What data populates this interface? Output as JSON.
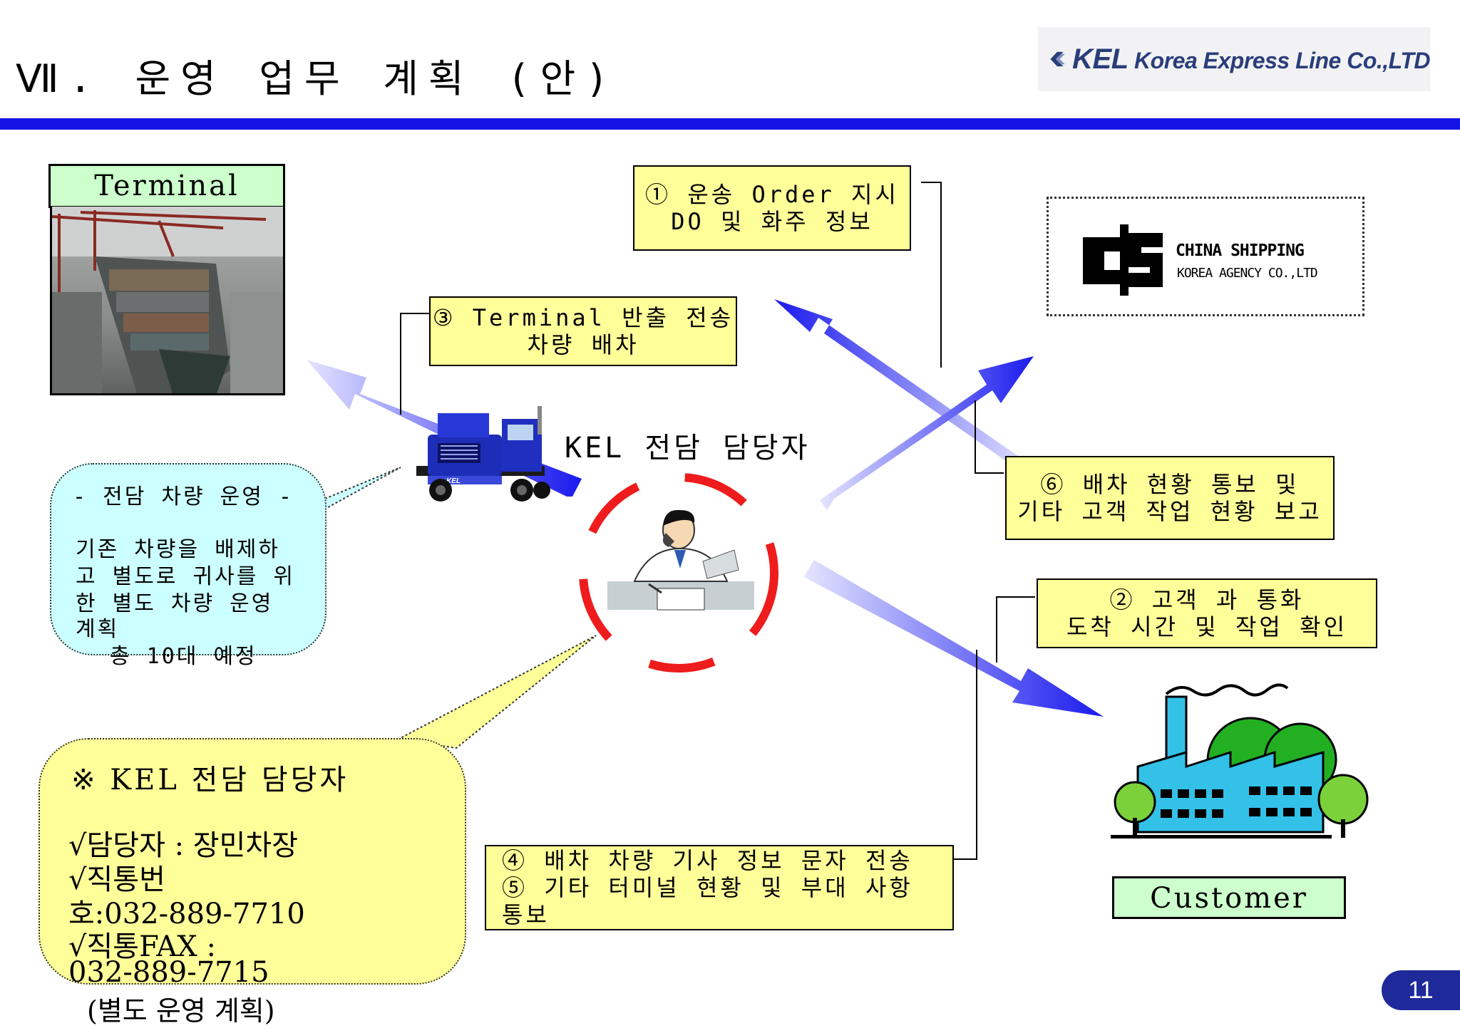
{
  "title": "Ⅶ. 운영 업무 계획 (안)",
  "logo": {
    "kel_brand": "KEL",
    "kel_company": "Korea Express Line Co.,LTD",
    "cs_line1": "CHINA SHIPPING",
    "cs_line2": "KOREA AGENCY CO.,LTD"
  },
  "nodes": {
    "terminal": "Terminal",
    "customer": "Customer",
    "center": "KEL 전담 담당자"
  },
  "notes": {
    "n1_line1": "① 운송 Order 지시",
    "n1_line2": "DO 및 화주 정보",
    "n3_line1": "③ Terminal 반출 전송",
    "n3_line2": "차량 배차",
    "n6_line1": "⑥ 배차 현황 통보 및",
    "n6_line2": "기타 고객 작업 현황 보고",
    "n2_line1": "② 고객 과 통화",
    "n2_line2": "도착 시간 및 작업 확인",
    "n4_line1": "④ 배차 차량 기사 정보 문자 전송",
    "n4_line2": "⑤ 기타 터미널 현황 및 부대 사항 통보"
  },
  "bubble_vehicle": {
    "heading": "- 전담 차량 운영 -",
    "line1": "기존 차량을 배제하",
    "line2": "고 별도로 귀사를 위",
    "line3": "한 별도 차량 운영",
    "line4": "계획",
    "line5": "총 10대 예정"
  },
  "bubble_contact": {
    "heading": "※ KEL 전담 담당자",
    "line1": "√담당자 : 장민차장",
    "line2": "√직통번",
    "line3": "호:032-889-7710",
    "line4": "√직통FAX :",
    "line5": "032-889-7715",
    "line6": "(별도 운영 계획)"
  },
  "page_number": "11",
  "colors": {
    "title_bar": "#1414e6",
    "arrow": "#1a1aee",
    "note_fill": "#ffff99",
    "label_fill": "#ccffcc",
    "bubble_blue": "#ccffff",
    "bubble_yellow": "#ffff99",
    "ring": "#ee1c1c"
  },
  "icons": [
    "truck-icon",
    "operator-icon",
    "factory-icon",
    "kel-logo-icon",
    "china-shipping-logo-icon",
    "ship-terminal-photo"
  ]
}
